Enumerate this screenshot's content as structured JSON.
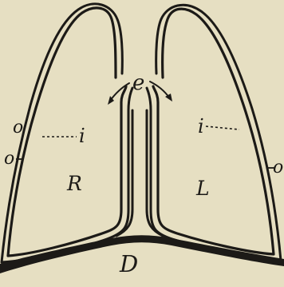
{
  "figure": {
    "background": "#e6dfc2",
    "ink": "#1c1a17",
    "labels": {
      "e": "e",
      "i_left": "i",
      "i_right": "i",
      "o_left_upper": "o",
      "o_left_lower": "o",
      "o_right": "o",
      "R": "R",
      "L": "L",
      "D": "D"
    }
  }
}
